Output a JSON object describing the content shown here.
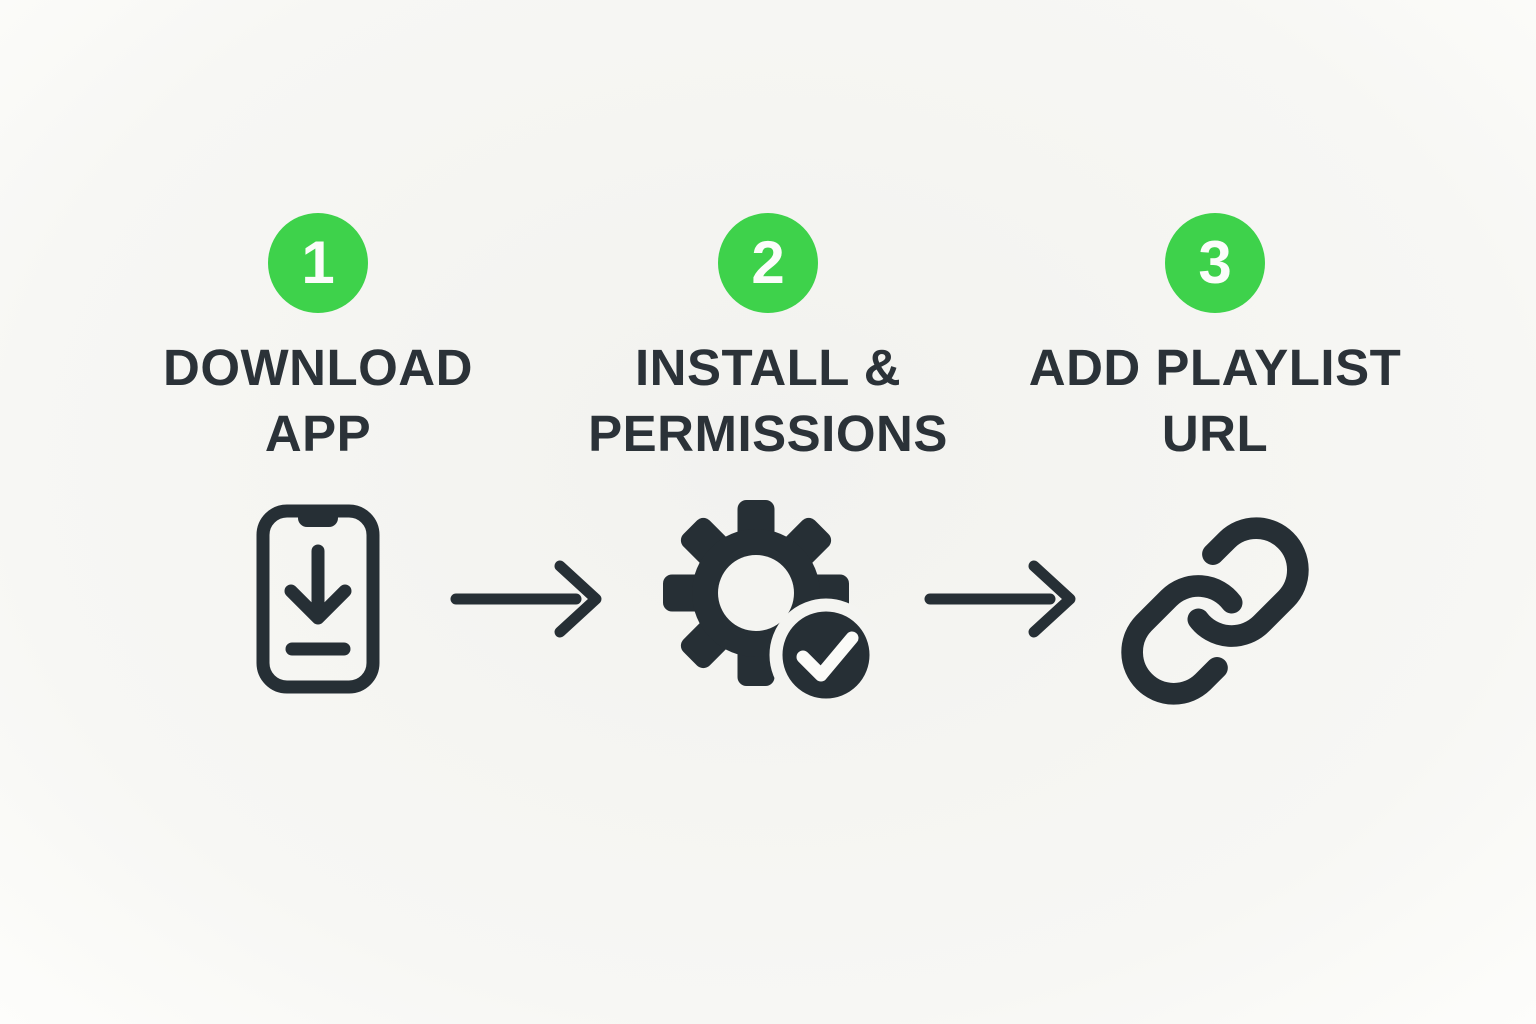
{
  "diagram": {
    "type": "process-steps",
    "steps": [
      {
        "number": "1",
        "title_line1": "DOWNLOAD",
        "title_line2": "APP",
        "icon": "phone-download-icon"
      },
      {
        "number": "2",
        "title_line1": "INSTALL &",
        "title_line2": "PERMISSIONS",
        "icon": "gear-check-icon"
      },
      {
        "number": "3",
        "title_line1": "ADD PLAYLIST",
        "title_line2": "URL",
        "icon": "link-icon"
      }
    ],
    "connectors": [
      "right-arrow",
      "right-arrow"
    ],
    "colors": {
      "badge_green": "#3ed24b",
      "icon_dark": "#262f35",
      "text_dark": "#2b3238",
      "background": "#f4f4f1",
      "badge_number_white": "#fbfdfa"
    }
  }
}
